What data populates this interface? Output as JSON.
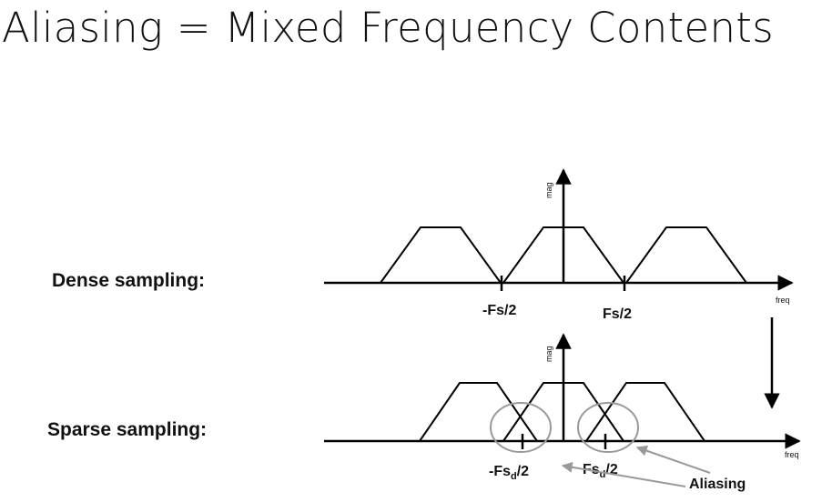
{
  "title": "Aliasing = Mixed Frequency Contents",
  "dense": {
    "label": "Dense sampling:",
    "y_axis": "mag",
    "x_axis": "freq",
    "tick_neg": "-Fs/2",
    "tick_pos": "Fs/2"
  },
  "sparse": {
    "label": "Sparse sampling:",
    "y_axis": "mag",
    "x_axis": "freq",
    "tick_neg_main": "-Fs",
    "tick_neg_sub": "d",
    "tick_neg_tail": "/2",
    "tick_pos_main": "Fs",
    "tick_pos_sub": "d",
    "tick_pos_tail": "/2",
    "annotation": "Aliasing"
  },
  "colors": {
    "line": "#000000",
    "highlight": "#999999"
  }
}
